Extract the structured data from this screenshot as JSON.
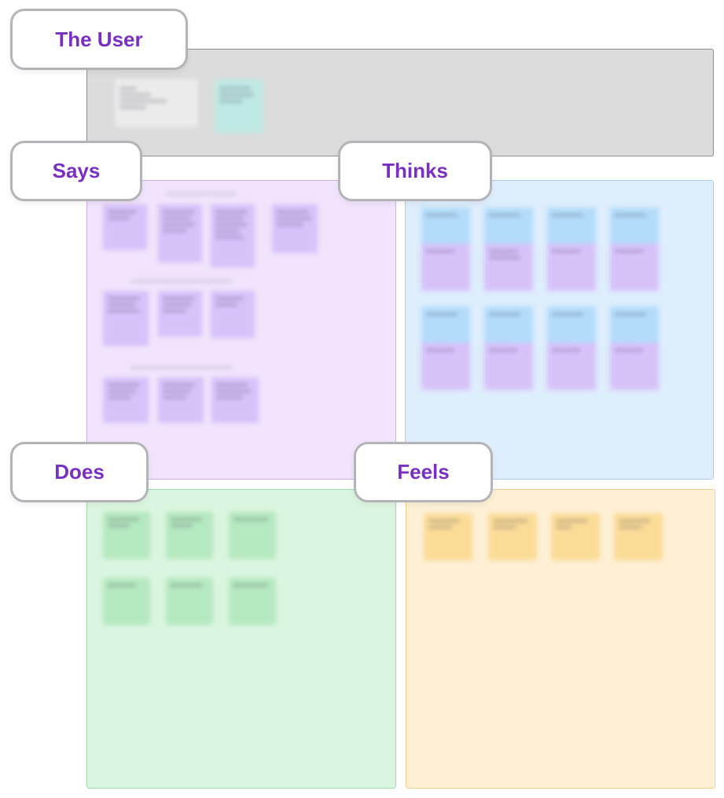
{
  "sections": {
    "user": {
      "label": "The User",
      "fill": "#dcdcdc",
      "border": "#8e8e8e"
    },
    "says": {
      "label": "Says",
      "fill": "#f1e4fc",
      "border": "#cfb0ee"
    },
    "thinks": {
      "label": "Thinks",
      "fill": "#deeefc",
      "border": "#a9d0f2"
    },
    "does": {
      "label": "Does",
      "fill": "#dbf6e0",
      "border": "#9fdcab"
    },
    "feels": {
      "label": "Feels",
      "fill": "#fdf0d5",
      "border": "#f2cf8c"
    }
  },
  "colors": {
    "label_text": "#7a2fc4",
    "label_border": "#b3b3b8",
    "note_purple": "#d7c2fa",
    "note_blue": "#b3dcfa",
    "note_green": "#b5e9bf",
    "note_yellow": "#fbdc97",
    "note_teal": "#bfe9e4",
    "note_grey": "#ececec"
  }
}
